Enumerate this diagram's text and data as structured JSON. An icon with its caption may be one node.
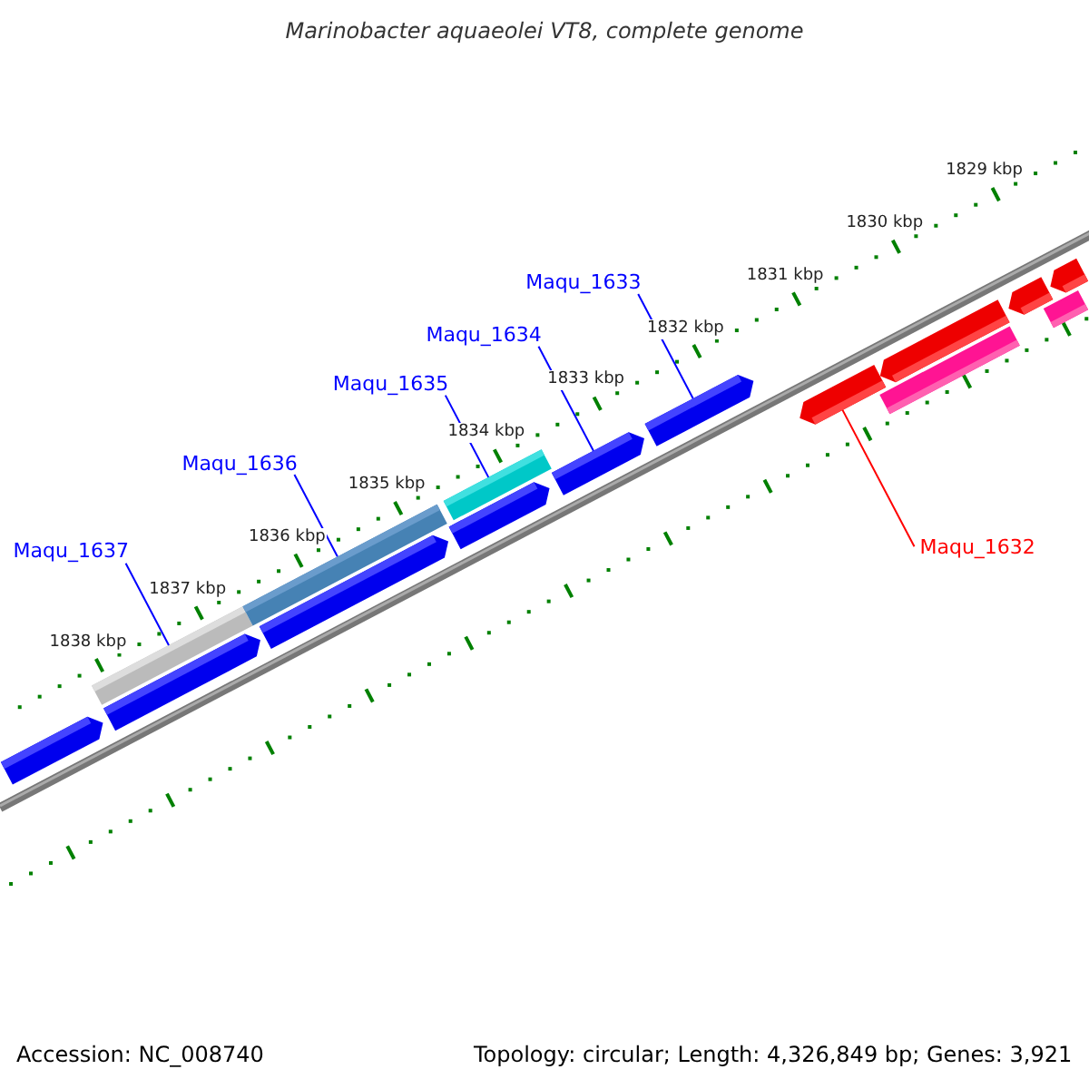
{
  "diagram": {
    "title": "Marinobacter aquaeolei VT8, complete genome",
    "nodes": [
      {
        "text": [
          "Maqu_1637"
        ]
      },
      {
        "text": [
          "Maqu_1636"
        ]
      },
      {
        "text": [
          "Maqu_1635"
        ]
      },
      {
        "text": [
          "Maqu_1634"
        ]
      },
      {
        "text": [
          "Maqu_1633"
        ]
      },
      {
        "text": [
          "Maqu_1632"
        ]
      },
      {
        "text": [],
        "shape": "bar"
      },
      {
        "text": [],
        "shape": "bar"
      },
      {
        "text": [],
        "shape": "bar"
      },
      {
        "text": [],
        "shape": "bar"
      },
      {
        "text": [],
        "shape": "bar"
      },
      {
        "text": [],
        "shape": "bar"
      },
      {
        "text": [],
        "shape": "bar"
      },
      {
        "text": [],
        "shape": "bar"
      },
      {
        "text": [],
        "shape": "bar"
      },
      {
        "text": [],
        "shape": "bar"
      },
      {
        "text": [],
        "shape": "bar"
      },
      {
        "text": [],
        "shape": "bar"
      },
      {
        "text": [],
        "shape": "bar"
      },
      {
        "text": [],
        "shape": "bar"
      },
      {
        "text": [],
        "shape": "bar"
      }
    ],
    "edges": [
      {
        "from": 0,
        "to": 7,
        "arrow": "none"
      },
      {
        "from": 1,
        "to": 9,
        "arrow": "none"
      },
      {
        "from": 2,
        "to": 11,
        "arrow": "none"
      },
      {
        "from": 3,
        "to": 13,
        "arrow": "none"
      },
      {
        "from": 4,
        "to": 14,
        "arrow": "none"
      },
      {
        "from": 5,
        "to": 15,
        "arrow": "none",
        "color": "#ff0000"
      }
    ],
    "labels": [
      "1829 kbp",
      "1830 kbp",
      "1831 kbp",
      "1832 kbp",
      "1833 kbp",
      "1834 kbp",
      "1835 kbp",
      "1836 kbp",
      "1837 kbp",
      "1838 kbp",
      "Accession: NC_008740",
      "Topology: circular; Length: 4,326,849 bp; Genes: 3,921"
    ]
  }
}
